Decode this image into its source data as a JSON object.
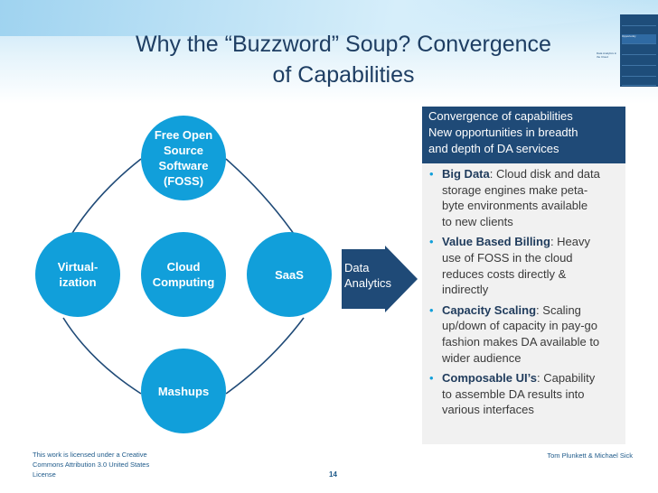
{
  "slide": {
    "title_line1": "Why the “Buzzword” Soup? Convergence",
    "title_line2": "of Capabilities"
  },
  "mini_nav": {
    "items": [
      "",
      "Opportunity",
      "",
      "",
      "",
      ""
    ],
    "side_label": "Data Analytics in the Cloud"
  },
  "diagram": {
    "circles": {
      "foss": [
        "Free Open",
        "Source",
        "Software",
        "(FOSS)"
      ],
      "virtualization": [
        "Virtual-",
        "ization"
      ],
      "cloud": [
        "Cloud",
        "Computing"
      ],
      "saas": [
        "SaaS"
      ],
      "mashups": [
        "Mashups"
      ]
    },
    "arrow": [
      "Data",
      "Analytics"
    ]
  },
  "panel": {
    "header_lines": [
      "Convergence of capabilities",
      "New opportunities in breadth",
      "and depth of DA services"
    ],
    "bullets": [
      {
        "term": "Big Data",
        "first": ": Cloud disk and data",
        "rest": [
          "storage engines make peta-",
          "byte environments available",
          "to new clients"
        ]
      },
      {
        "term": "Value Based Billing",
        "first": ": Heavy",
        "rest": [
          "use of FOSS in the cloud",
          "reduces costs directly &",
          "indirectly"
        ]
      },
      {
        "term": "Capacity Scaling",
        "first": ": Scaling",
        "rest": [
          "up/down of capacity in pay-go",
          "fashion makes DA available to",
          "wider audience"
        ]
      },
      {
        "term": "Composable UI’s",
        "first": ": Capability",
        "rest": [
          "to assemble DA results into",
          "various interfaces"
        ]
      }
    ],
    "bullet_glyph": "•"
  },
  "footer": {
    "license_lines": [
      "This work is licensed under a Creative",
      "Commons Attribution 3.0 United States",
      "License"
    ],
    "page_number": "14",
    "authors": "Tom Plunkett & Michael Sick"
  },
  "colors": {
    "circle": "#119fda",
    "title": "#1e3e63",
    "panel_header": "#1f4a77",
    "arrow": "#1f4a77",
    "bullet_dot": "#119fda"
  }
}
